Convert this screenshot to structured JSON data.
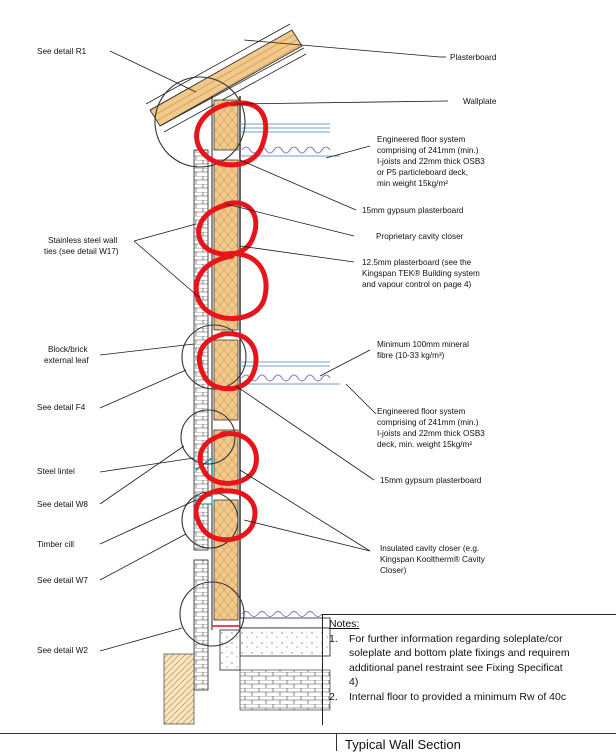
{
  "labels_left": [
    {
      "text": "See detail R1"
    },
    {
      "text": "Stainless steel wall"
    },
    {
      "text": "ties (see detail W17)"
    },
    {
      "text": "Block/brick"
    },
    {
      "text": "external leaf"
    },
    {
      "text": "See detail F4"
    },
    {
      "text": "Steel lintel"
    },
    {
      "text": "See detail W8"
    },
    {
      "text": "Timber cill"
    },
    {
      "text": "See detail W7"
    },
    {
      "text": "See detail W2"
    }
  ],
  "labels_right": [
    {
      "text": "Plasterboard"
    },
    {
      "text": "Wallplate"
    },
    {
      "text": "Engineered floor system"
    },
    {
      "text": "comprising of 241mm (min.)"
    },
    {
      "text": "I-joists and 22mm thick OSB3"
    },
    {
      "text": "or P5 particleboard deck,"
    },
    {
      "text": "min weight 15kg/m²"
    },
    {
      "text": "15mm gypsum plasterboard"
    },
    {
      "text": "Proprietary cavity closer"
    },
    {
      "text": "12.5mm plasterboard (see the"
    },
    {
      "text": "Kingspan TEK® Building system"
    },
    {
      "text": "and vapour control on page 4)"
    },
    {
      "text": "Minimum 100mm mineral"
    },
    {
      "text": "fibre (10-33 kg/m³)"
    },
    {
      "text": "Engineered floor system"
    },
    {
      "text": "comprising of 241mm (min.)"
    },
    {
      "text": "I-joists and 22mm thick OSB3"
    },
    {
      "text": "deck, min. weight 15kg/m²"
    },
    {
      "text": "15mm gypsum plasterboard"
    },
    {
      "text": "Insulated cavity closer (e.g."
    },
    {
      "text": "Kingspan Kooltherm® Cavity"
    },
    {
      "text": "Closer)"
    }
  ],
  "notes": {
    "title": "Notes:",
    "items": [
      {
        "num": "1.",
        "lines": [
          "For further information regarding soleplate/cor",
          "soleplate and bottom plate fixings and requirem",
          "additional panel restraint see Fixing Specificat",
          "4)"
        ]
      },
      {
        "num": "2.",
        "lines": [
          "Internal floor to provided a minimum Rw of 40c"
        ]
      }
    ]
  },
  "title_block": {
    "text": "Typical Wall Section"
  },
  "colors": {
    "insulation": "#f2c98a",
    "annotation_red": "#e8141c",
    "joist_blue": "#6f9fc8",
    "mineral_fibre": "#8c73c0",
    "lintel_teal": "#1a9a9a",
    "ground_hatch": "#d9b36a",
    "line": "#1a1a1a"
  }
}
